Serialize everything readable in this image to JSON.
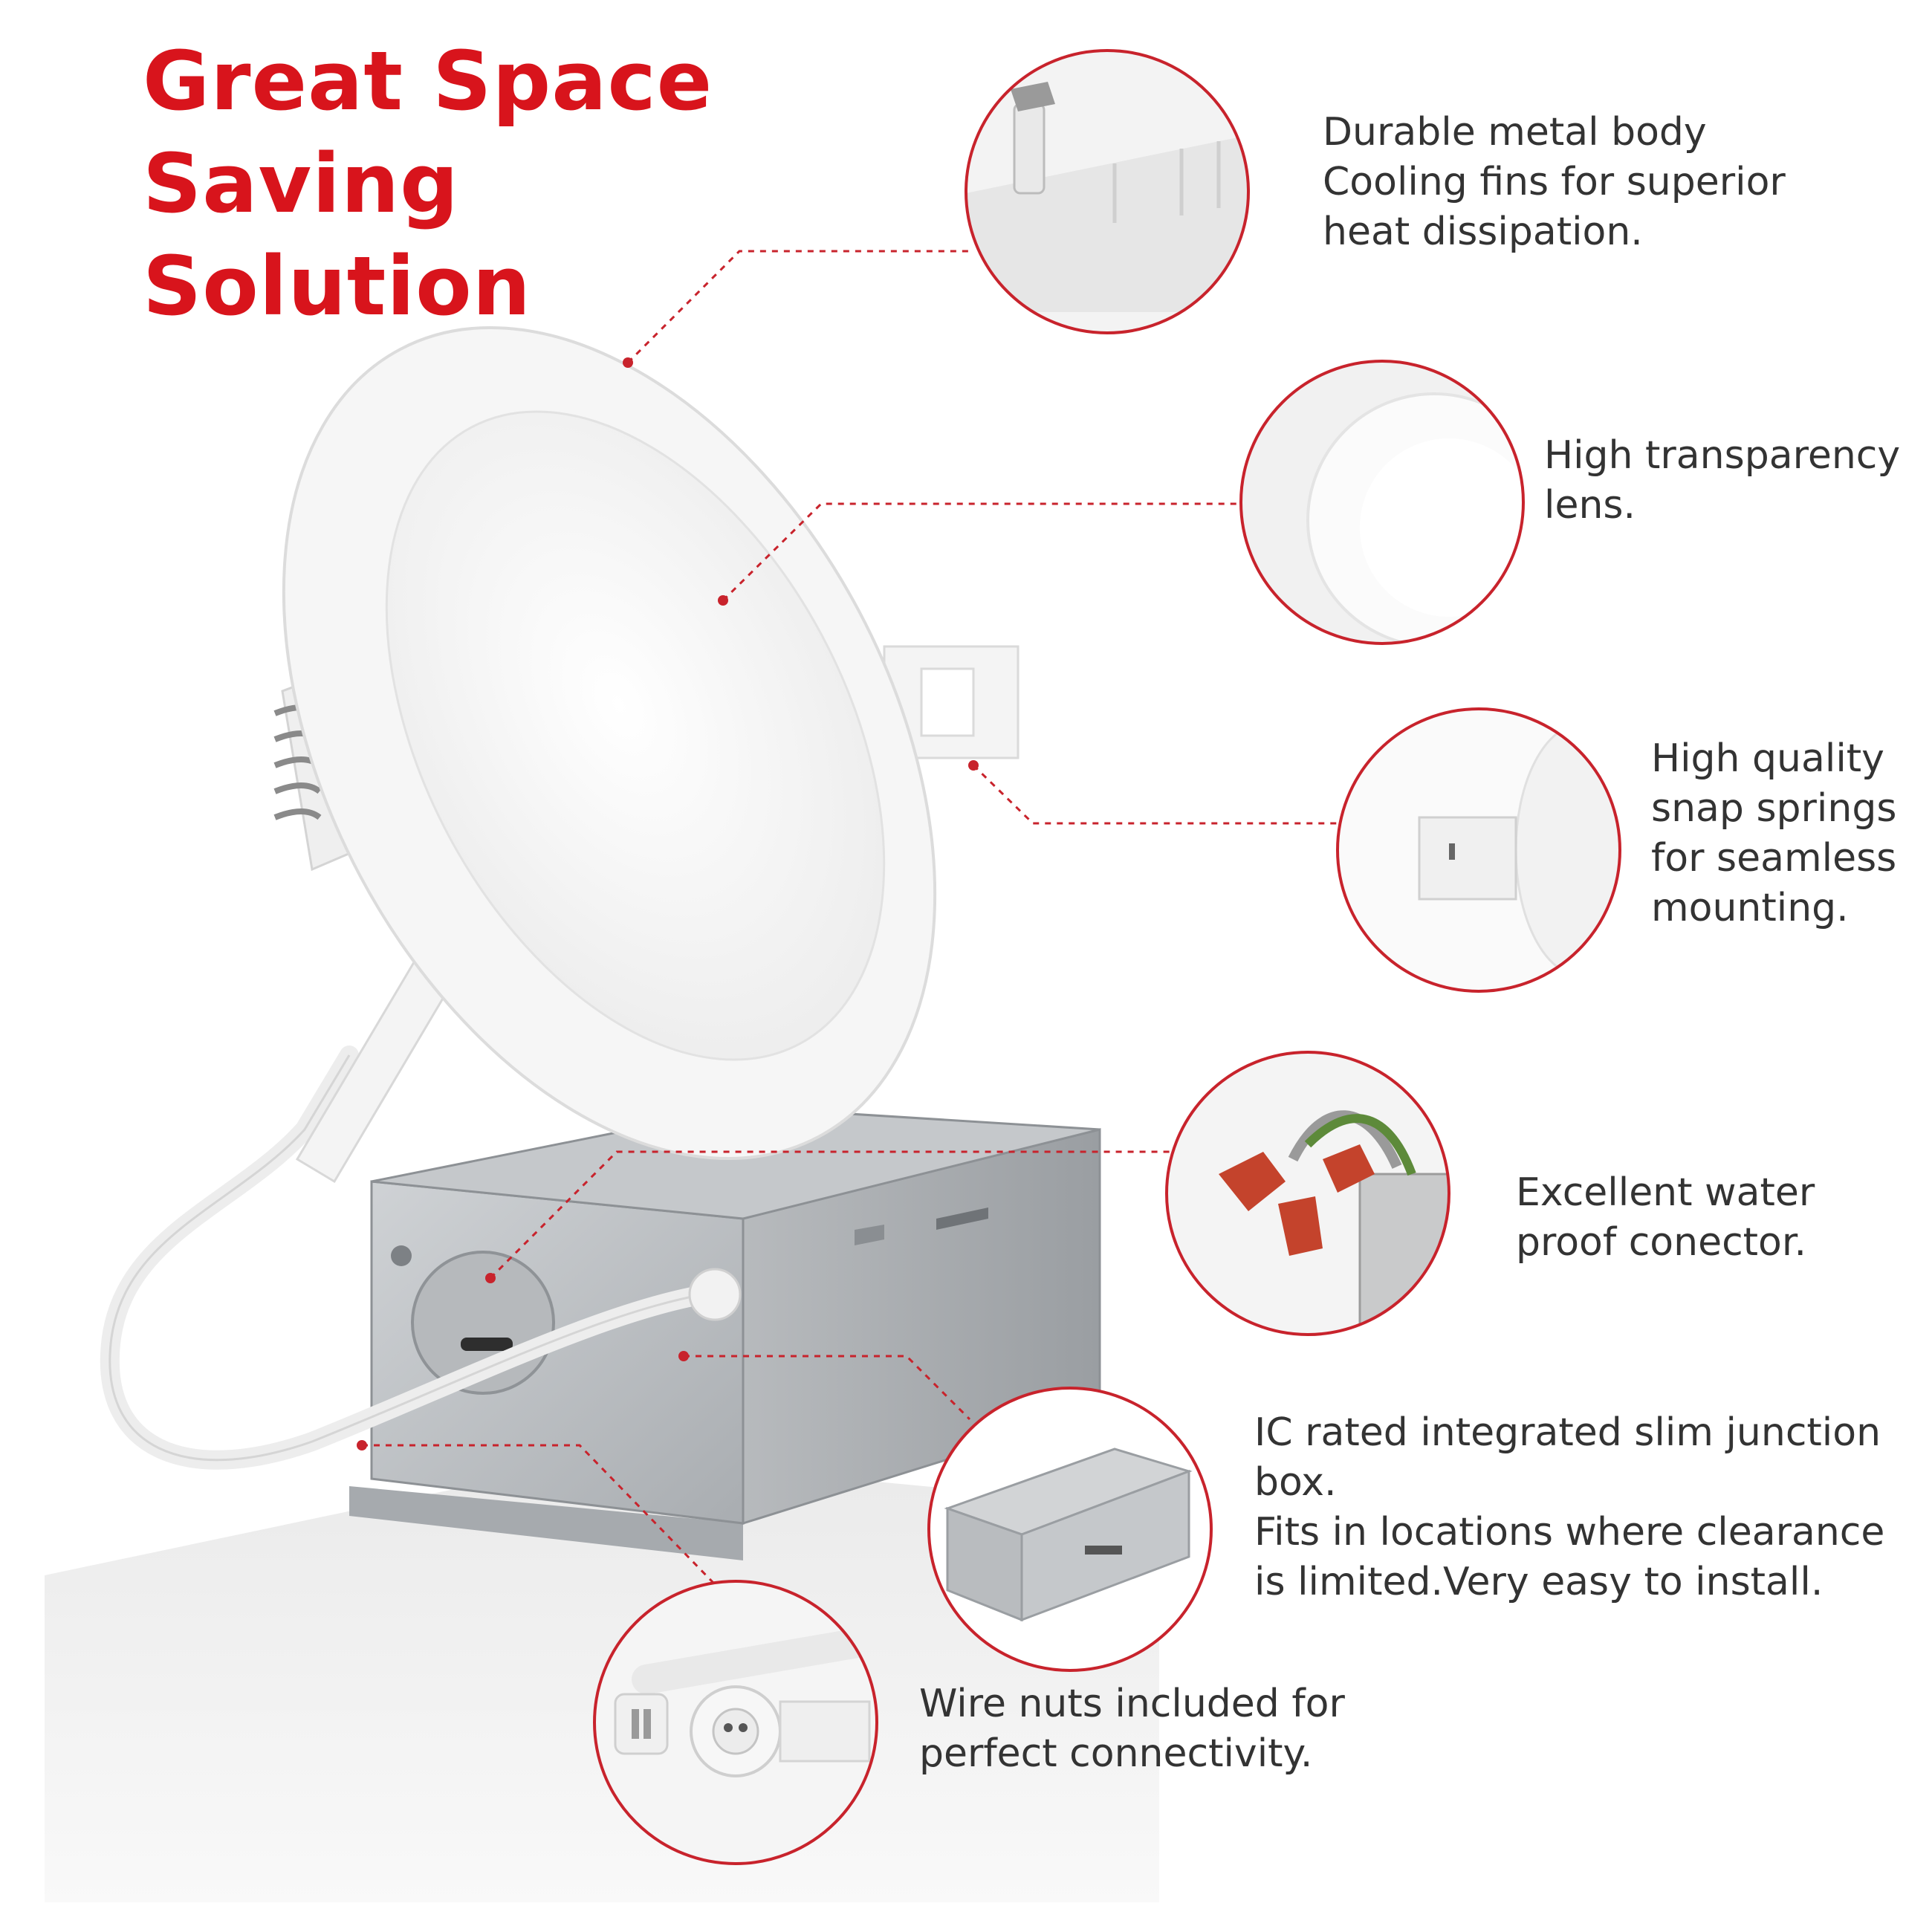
{
  "headline": {
    "lines": [
      "Great Space",
      "Saving",
      "Solution"
    ]
  },
  "features": [
    {
      "id": "metal-body",
      "lines": [
        "Durable metal body",
        "Cooling fins for superior",
        "heat dissipation."
      ]
    },
    {
      "id": "lens",
      "lines": [
        "High transparency",
        "lens."
      ]
    },
    {
      "id": "snap-springs",
      "lines": [
        "High quality",
        "snap springs",
        "for seamless",
        "mounting."
      ]
    },
    {
      "id": "waterproof-connector",
      "lines": [
        "Excellent water",
        "proof conector."
      ]
    },
    {
      "id": "junction-box",
      "lines": [
        "IC rated integrated slim junction",
        "box.",
        "Fits in locations where clearance",
        "is limited.Very easy to install."
      ]
    },
    {
      "id": "wire-nuts",
      "lines": [
        "Wire nuts included for",
        "perfect connectivity."
      ]
    }
  ],
  "colors": {
    "accent": "#d8141c",
    "text": "#333333",
    "fixture_white": "#f7f7f7",
    "metal": "#b9bcbf"
  }
}
